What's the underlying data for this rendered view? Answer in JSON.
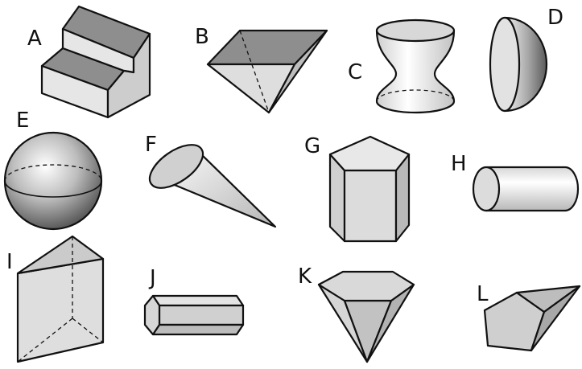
{
  "solids": [
    {
      "label": "A",
      "shape": "staircase-prism"
    },
    {
      "label": "B",
      "shape": "inverted-square-pyramid"
    },
    {
      "label": "C",
      "shape": "hyperboloid"
    },
    {
      "label": "D",
      "shape": "hemisphere"
    },
    {
      "label": "E",
      "shape": "sphere"
    },
    {
      "label": "F",
      "shape": "cone"
    },
    {
      "label": "G",
      "shape": "pentagonal-prism"
    },
    {
      "label": "H",
      "shape": "cylinder"
    },
    {
      "label": "I",
      "shape": "triangular-prism"
    },
    {
      "label": "J",
      "shape": "hexagonal-prism"
    },
    {
      "label": "K",
      "shape": "hexagonal-pyramid"
    },
    {
      "label": "L",
      "shape": "pentagonal-pyramid"
    }
  ],
  "colors": {
    "outline": "#111111",
    "fill_light": "#e3e3e3",
    "fill_mid": "#cfcfcf",
    "fill_dark": "#9a9a9a"
  }
}
